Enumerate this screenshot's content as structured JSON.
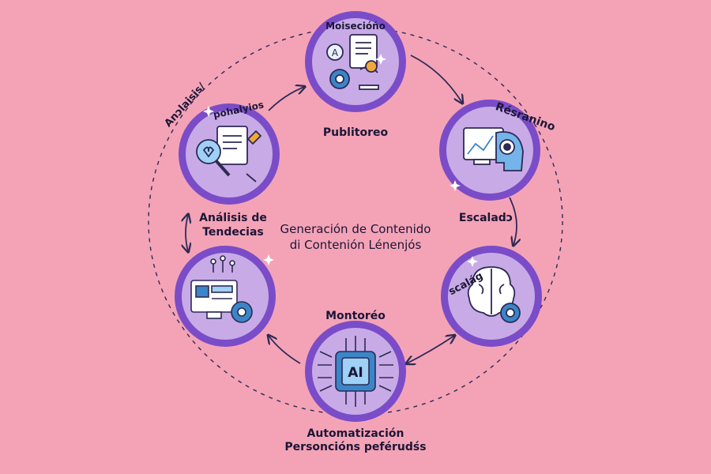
{
  "center": {
    "line1": "Generación de Contenido",
    "line2": "di Contenión Lénenjós"
  },
  "nodes": {
    "top": {
      "tag": "Moisecióńo",
      "label": "Publitoreo",
      "icon": "document-gear-icon"
    },
    "upper_right": {
      "tag": "Résranino",
      "label": "Escaladɔ",
      "icon": "analytics-head-icon"
    },
    "lower_right": {
      "tag": "scalág",
      "icon": "brain-gear-icon"
    },
    "bottom": {
      "tag": "Montoréo",
      "label_line1": "Automatización",
      "label_line2": "Personcións peférudśs",
      "chip_text": "AI",
      "icon": "ai-chip-icon"
    },
    "lower_left": {
      "icon": "computer-network-icon"
    },
    "upper_left": {
      "tag": "pohalyios",
      "outer_tag": "Anɔlaisis/",
      "label_line1": "Análisis de",
      "label_line2": "Tendecias",
      "icon": "document-search-icon"
    }
  },
  "colors": {
    "background": "#f4a3b7",
    "ring_outer": "#7a4cc8",
    "ring_inner": "#c8abe6",
    "icon_bg": "#b895de",
    "stroke": "#2d2a55",
    "accent_blue": "#3a86c8"
  }
}
